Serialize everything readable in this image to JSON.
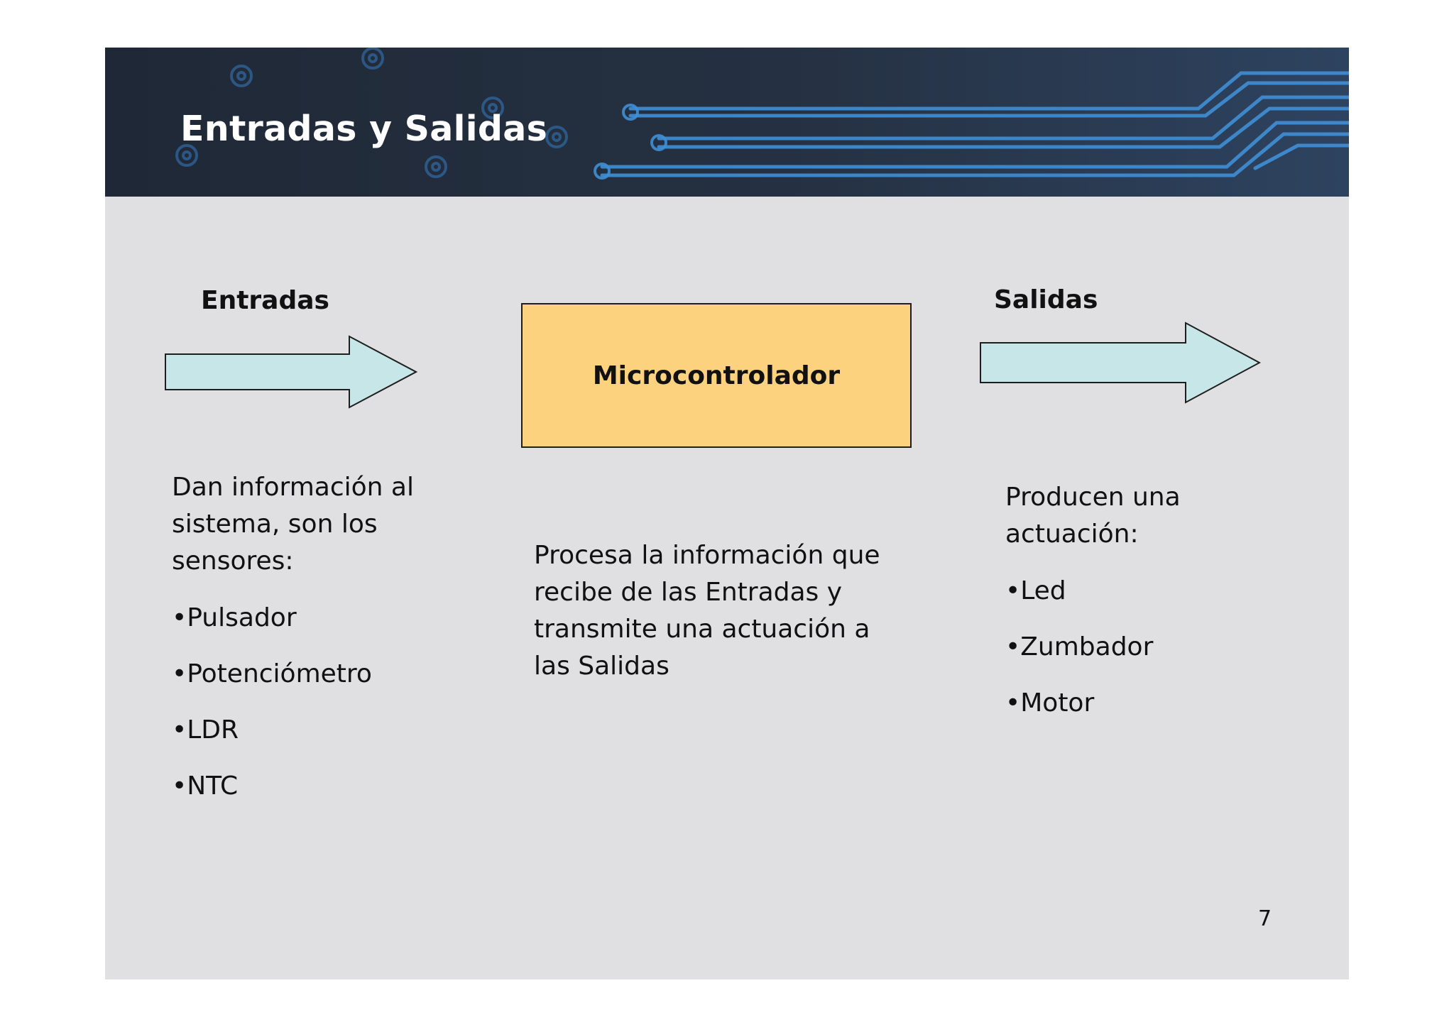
{
  "slide": {
    "title": "Entradas y Salidas",
    "page_number": "7"
  },
  "inputs": {
    "heading": "Entradas",
    "description": [
      "Dan información al",
      "sistema, son los",
      "sensores:"
    ],
    "items": [
      "•Pulsador",
      "•Potenciómetro",
      "•LDR",
      "•NTC"
    ]
  },
  "processor": {
    "label": "Microcontrolador",
    "description": [
      "Procesa la información que",
      "recibe de las Entradas y",
      "transmite una actuación a",
      "las Salidas"
    ]
  },
  "outputs": {
    "heading": "Salidas",
    "description": [
      "Producen una",
      "actuación:"
    ],
    "items": [
      "•Led",
      "•Zumbador",
      "•Motor"
    ]
  },
  "colors": {
    "banner_background": "#1f2836",
    "circuit_traces": "#3f8fd6",
    "slide_background": "#e0e0e3",
    "arrow_fill": "#c6e6e8",
    "processor_box_fill": "#fdd27e"
  },
  "icons": [
    "circuit-board-banner",
    "right-arrow-icon"
  ]
}
